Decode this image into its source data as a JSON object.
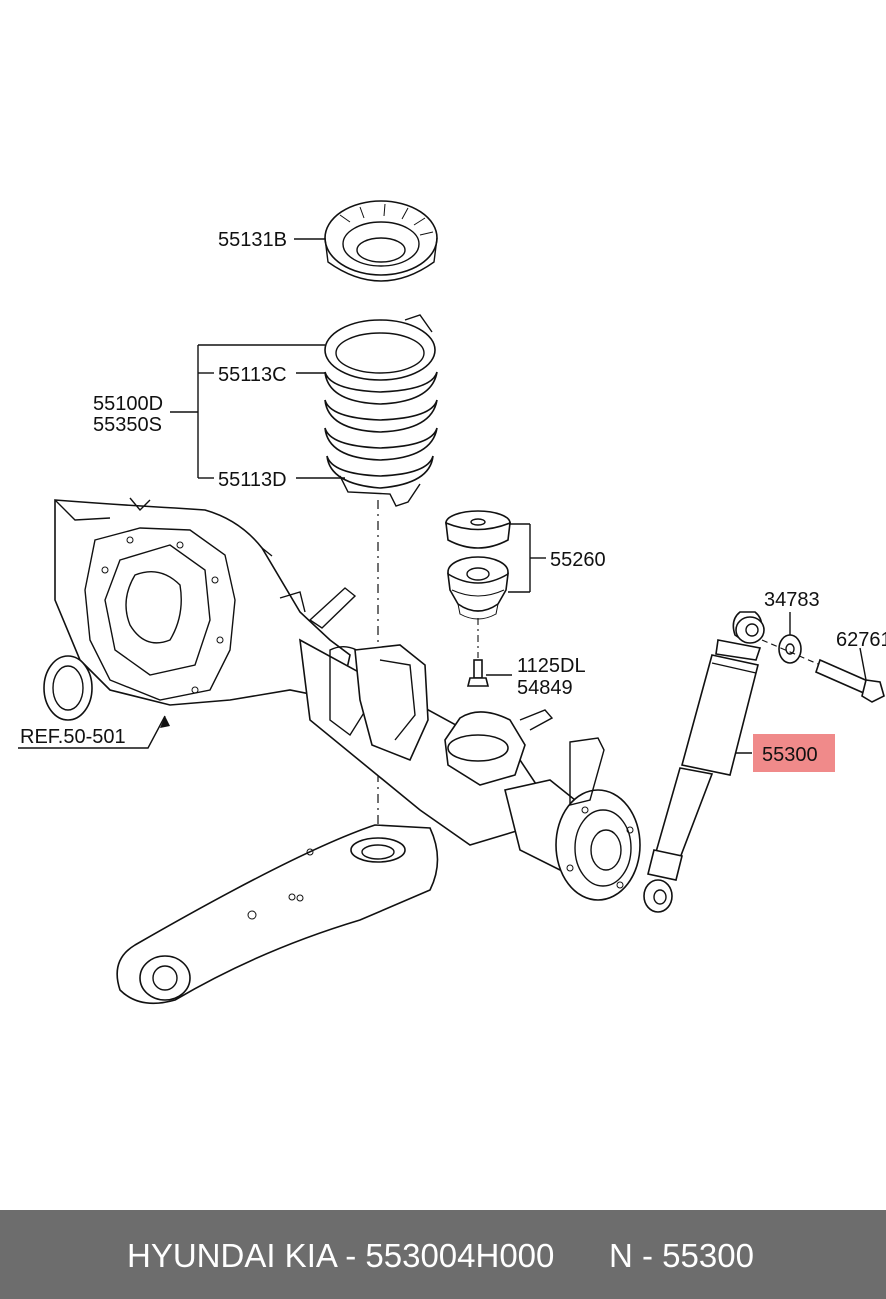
{
  "labels": {
    "spring_seat": "55131B",
    "assembly_a": "55100D",
    "assembly_b": "55350S",
    "spring_upper": "55113C",
    "spring_lower": "55113D",
    "bump_stop": "55260",
    "bolt_a": "1125DL",
    "bolt_b": "54849",
    "ref": "REF.50-501",
    "washer": "34783",
    "mount_bolt": "62761",
    "shock_absorber": "55300"
  },
  "colors": {
    "highlight": "#f08a8a",
    "footer_bg": "#6d6d6d",
    "footer_text": "#ffffff"
  },
  "footer": {
    "brand_part": "HYUNDAI KIA - 553004H000",
    "ref_code": "N - 55300"
  }
}
